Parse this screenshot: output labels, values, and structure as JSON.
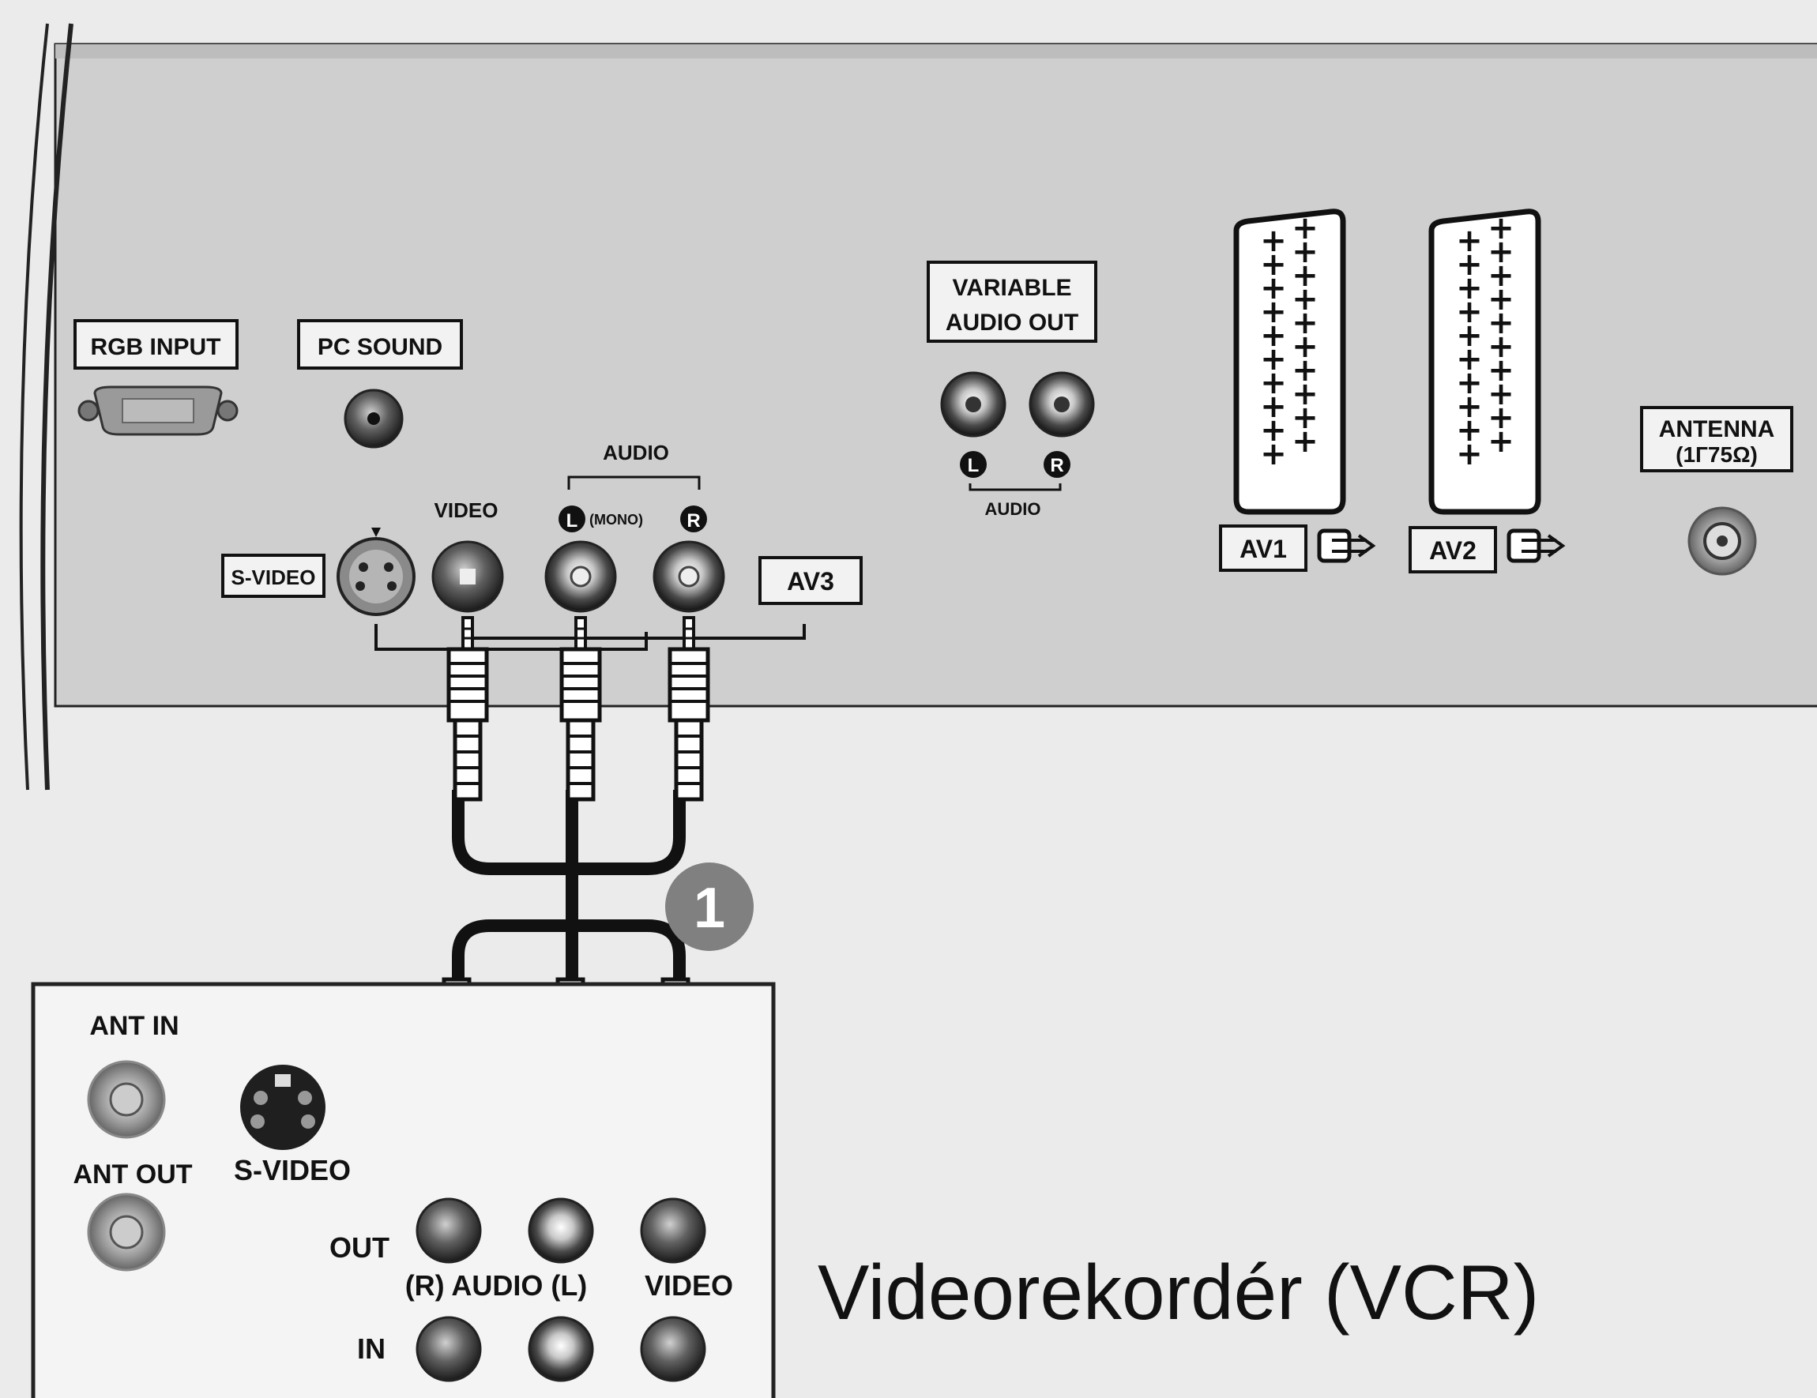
{
  "tv_panel": {
    "rgb_input": "RGB INPUT",
    "pc_sound": "PC SOUND",
    "audio_group": "AUDIO",
    "video": "VIDEO",
    "mono": "(MONO)",
    "s_video": "S-VIDEO",
    "av3": "AV3",
    "variable_audio_out_1": "VARIABLE",
    "variable_audio_out_2": "AUDIO OUT",
    "var_audio_label": "AUDIO",
    "left_marker": "L",
    "right_marker": "R",
    "av1": "AV1",
    "av2": "AV2",
    "antenna_1": "ANTENNA",
    "antenna_2": "(1Г75Ω)"
  },
  "callout_number": "1",
  "vcr_panel": {
    "ant_in": "ANT IN",
    "ant_out": "ANT OUT",
    "s_video": "S-VIDEO",
    "out": "OUT",
    "in": "IN",
    "audio_rl": "(R) AUDIO (L)",
    "video": "VIDEO"
  },
  "caption": "Videorekordér (VCR)",
  "colors": {
    "background": "#ebebeb",
    "tv_panel": "#cfcfcf",
    "vcr_panel": "#f4f4f4",
    "callout": "#808080",
    "ink": "#111111"
  }
}
